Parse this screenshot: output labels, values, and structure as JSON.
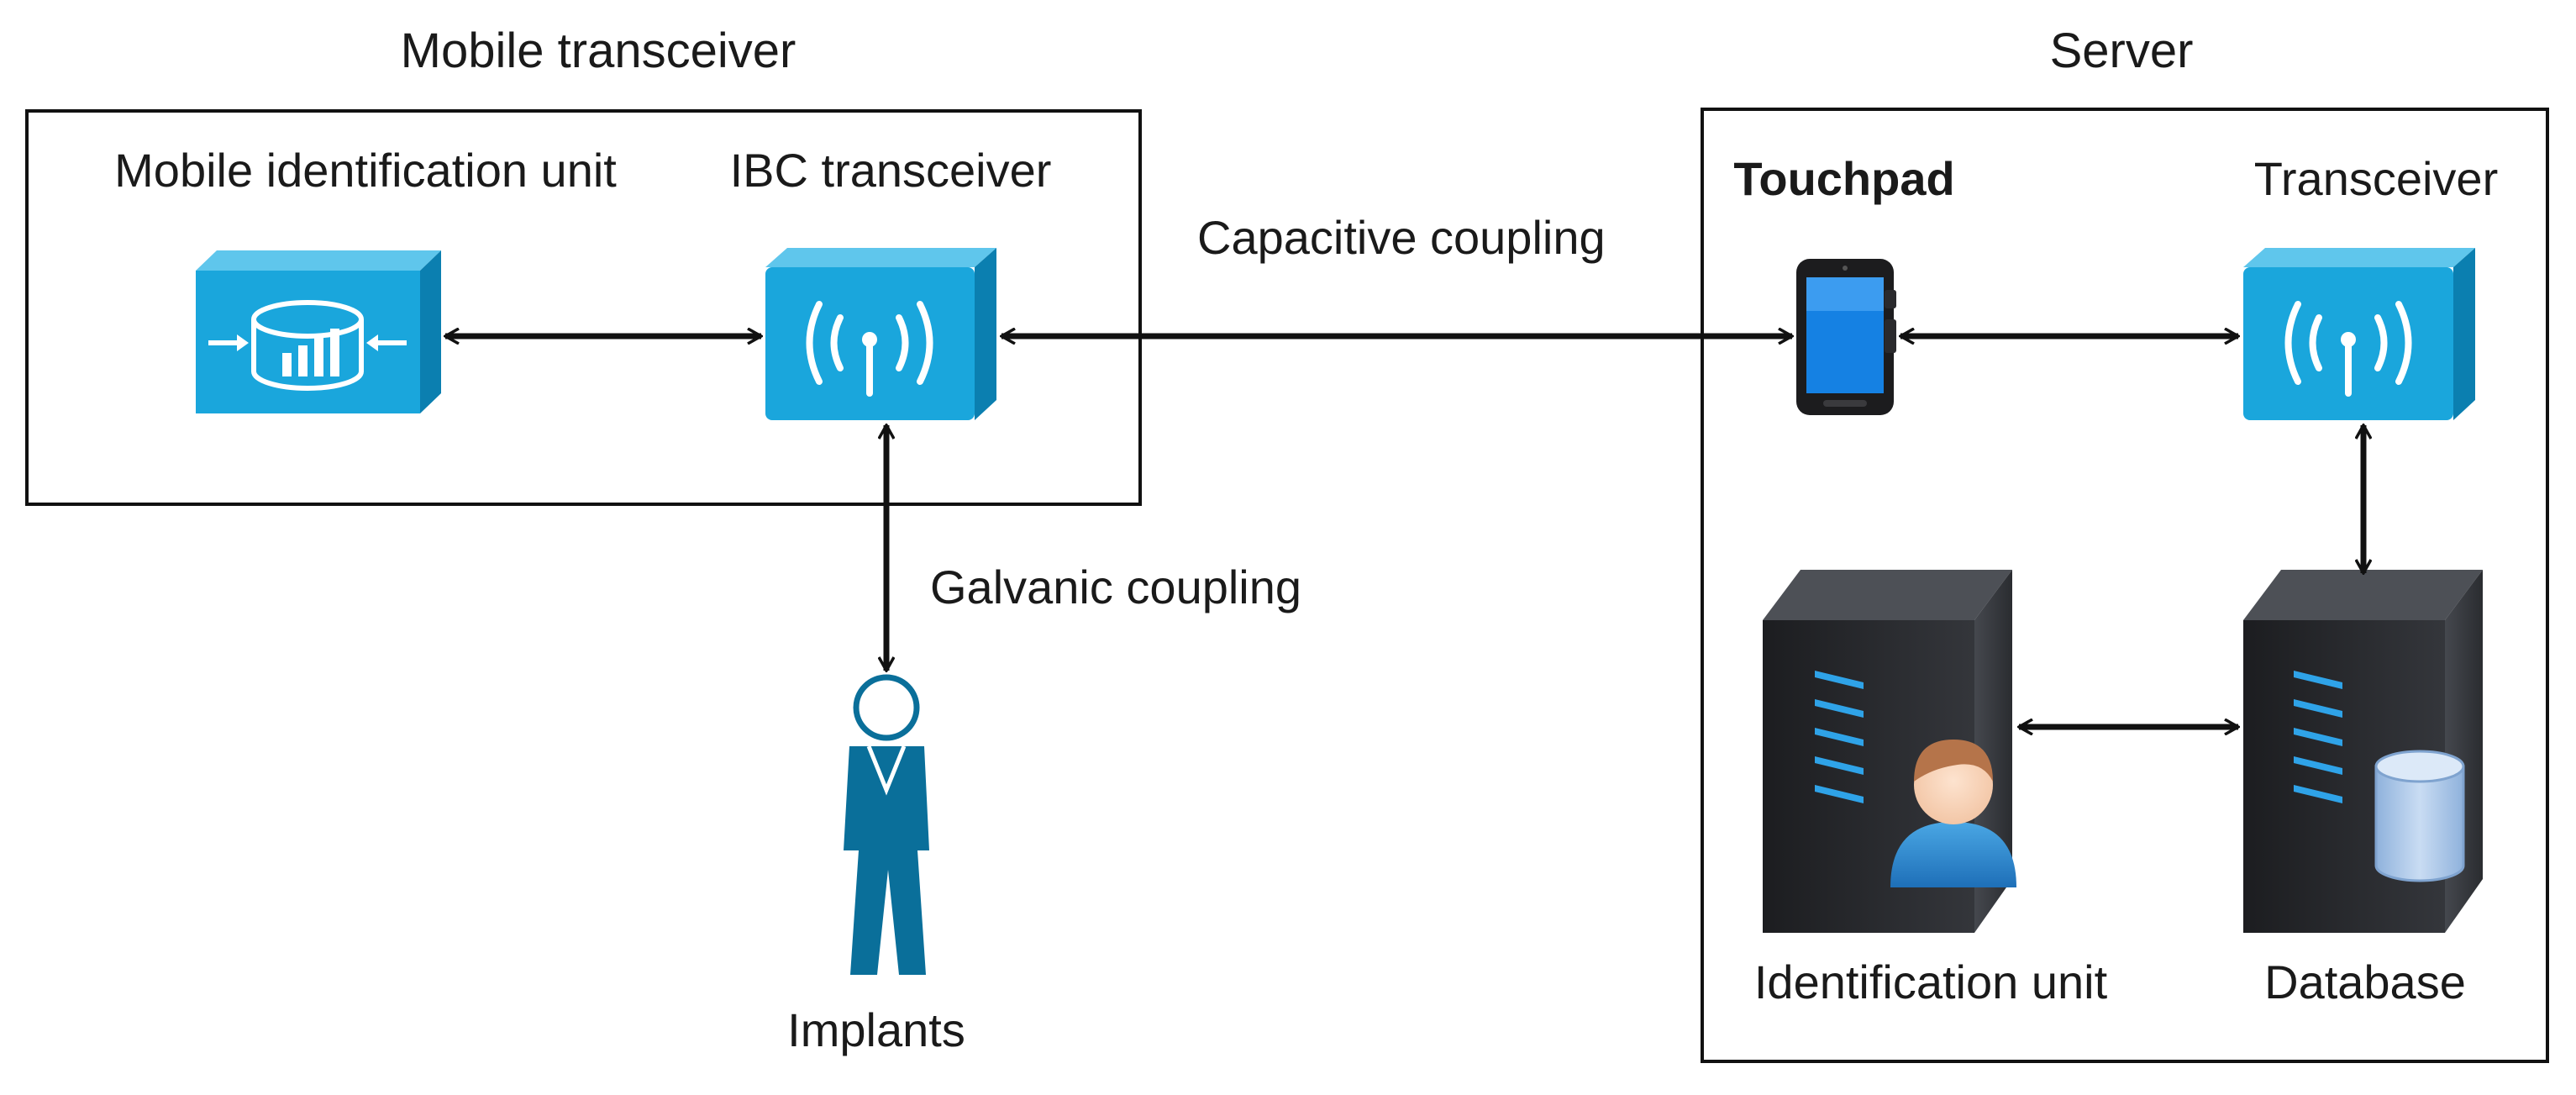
{
  "groups": {
    "mobile_title": "Mobile transceiver",
    "server_title": "Server"
  },
  "nodes": {
    "mobile_identification_unit": "Mobile identification unit",
    "ibc_transceiver": "IBC transceiver",
    "touchpad": "Touchpad",
    "transceiver": "Transceiver",
    "identification_unit": "Identification unit",
    "database": "Database",
    "implants": "Implants"
  },
  "edges": {
    "capacitive": "Capacitive coupling",
    "galvanic": "Galvanic coupling"
  },
  "colors": {
    "device_blue": "#1aa6dc",
    "device_blue_dark": "#0b7fb0",
    "person_blue": "#0a6f9a",
    "server_dark": "#2b2d31",
    "line": "#111111"
  }
}
